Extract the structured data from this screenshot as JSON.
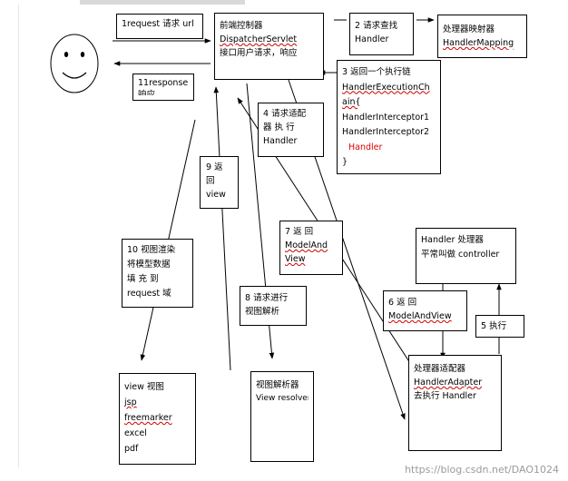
{
  "boxes": {
    "request": {
      "line1": "1request 请求 url"
    },
    "response": {
      "line1": "11response",
      "line2": "响应"
    },
    "controller": {
      "line1": "前端控制器",
      "line2": "DispatcherServlet",
      "line3": "接口用户请求，响应"
    },
    "find_handler": {
      "line1": "2 请求查找",
      "line2": "Handler"
    },
    "mapping": {
      "line1": "处理器映射器",
      "line2": "HandlerMapping"
    },
    "chain": {
      "line1": "3 返回一个执行链",
      "line2": "HandlerExecutionCh",
      "line3": "ain{",
      "line4": "HandlerInterceptor1",
      "line5": "HandlerInterceptor2",
      "line6": "Handler",
      "line7": "}"
    },
    "adapter_req": {
      "line1_a": "4 请求适配",
      "line2_a": "器",
      "line2_b": "执",
      "line2_c": "行",
      "line3": "Handler"
    },
    "return_view": {
      "line1_a": "9",
      "line1_b": "返",
      "line2": "回",
      "line3": "view"
    },
    "model_view": {
      "line1_a": "7",
      "line1_b": "返",
      "line1_c": "回",
      "line2": "ModelAnd",
      "line3": "View"
    },
    "handler": {
      "line1": "Handler 处理器",
      "line2": "平常叫做 controller"
    },
    "render": {
      "line1": "10 视图渲染",
      "line2": "将模型数据",
      "line3_a": "填",
      "line3_b": "充",
      "line3_c": "到",
      "line4": "request 域"
    },
    "resolve_req": {
      "line1": "8 请求进行",
      "line2": "视图解析"
    },
    "return_mav": {
      "line1_a": "6",
      "line1_b": "返",
      "line1_c": "回",
      "line2": "ModelAndView"
    },
    "execute": {
      "line1": "5 执行"
    },
    "view": {
      "line1": "view 视图",
      "line2": "jsp",
      "line3": "freemarker",
      "line4": "excel",
      "line5": "pdf"
    },
    "resolver": {
      "line1": "视图解析器",
      "line2": "View resolver"
    },
    "handler_adapter": {
      "line1": "处理器适配器",
      "line2": "HandlerAdapter",
      "line3": "去执行 Handler"
    }
  },
  "watermark": "https://blog.csdn.net/DAO1024",
  "colors": {
    "line": "#000000",
    "highlight": "#e00000",
    "watermark": "#9a9a9a"
  },
  "icons": [
    "smiley-face-icon"
  ]
}
